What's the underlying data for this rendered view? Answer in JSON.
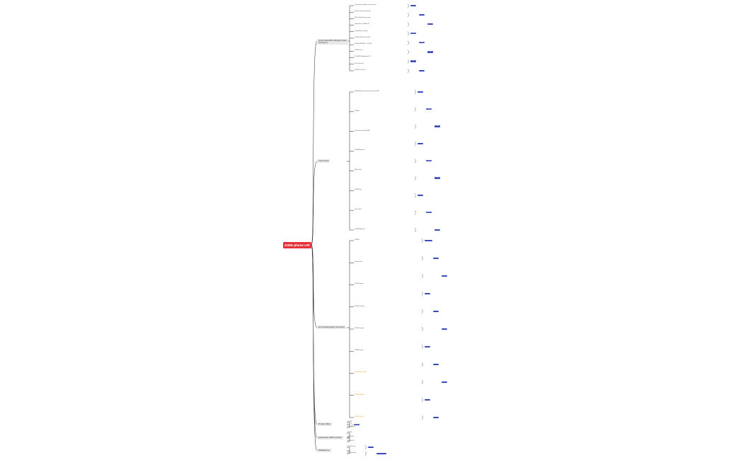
{
  "root": {
    "label": "E3DE phone cell"
  },
  "branches": [
    {
      "label": "phone call E3DE mailingbox action\n(contract 4)",
      "leaves": [
        "Ecole sans Faros Bergay – Hermes France",
        "Reimbursement with certification",
        "E3DE mailing flag group contact",
        "Triggers flow >> E3DE\\Ph-XX",
        "Design/Manage Language",
        "Ph-E3DE DSID\\ChIt Xtra (H20)",
        "Ph-E3DE DSID/E3DE ...Ch-CH(G)",
        "Ph-E3DE mailer",
        "A: Ph-E3DE Mailing/Hermes Ph...",
        "Rs-Ph ensures Ph",
        "Ph-E3DE XX Date Ph"
      ],
      "tags": [
        "Ph_HR",
        "Ph_E3",
        "Ph_HR",
        "Ph_E3",
        "Ph-HR",
        "Ph-E3",
        "Ph-E3",
        "Ph-E3"
      ]
    },
    {
      "label": "Cell contract",
      "leaves": [
        "E3DE Multiple parties must be hosting one E3DE",
        "Ph-E3DE",
        "Reimbursement with Ph-E3DE",
        "Ph-E3DE Assurance",
        "E3DE number",
        "Ph-E3DE flow",
        "Pay out 100%",
        "Ph-E3DE Agreement"
      ],
      "tags": [
        "Ph_E3",
        "Ph_HR",
        "Ph-E3",
        "Ph-E3",
        "Ph-HR",
        "Ph-HR",
        "Ph-E3",
        "Ph-E3",
        "Ph-HR"
      ]
    },
    {
      "label": "Error handling/reject of E-Cases",
      "leaves": [
        "Ph-E3DE",
        "Reimbursement",
        "Ph-E3DE request",
        "Ph-E3DE complaint",
        "Ph-E3DE accepted",
        "Ph-E3DE number"
      ],
      "orange_leaves": [
        "Ph-E3DE Error (Ph.HR)",
        "Ph-E3DE Declined",
        "Ph-E3DE On hold"
      ],
      "tags": [
        "Ph_E3_HR",
        "Ph-HR",
        "Ph_E3",
        "Ph-HR",
        "Ph-E3",
        "Ph-E3",
        "Ph-E3",
        "Ph-HR",
        "Ph-E3",
        "Ph-E3",
        "Ph-E3"
      ]
    },
    {
      "label": "Ph ident offline",
      "leaves": [
        "Ph-E3DE",
        "Reimbursement"
      ],
      "tags": [
        "Ph-E3"
      ]
    },
    {
      "label": "Special type call/Ph contract",
      "leaves": [
        "Ph-E3DE",
        "Ph-E3DE E3",
        "Ph-E3DE HR"
      ],
      "tags": []
    },
    {
      "label": "Ph/Reference",
      "leaves": [
        "Ph-E3DE source",
        "Ph-E3DE mailing"
      ],
      "tags": [
        "Ph-E3",
        "Ph-E3DE Refer"
      ]
    }
  ]
}
